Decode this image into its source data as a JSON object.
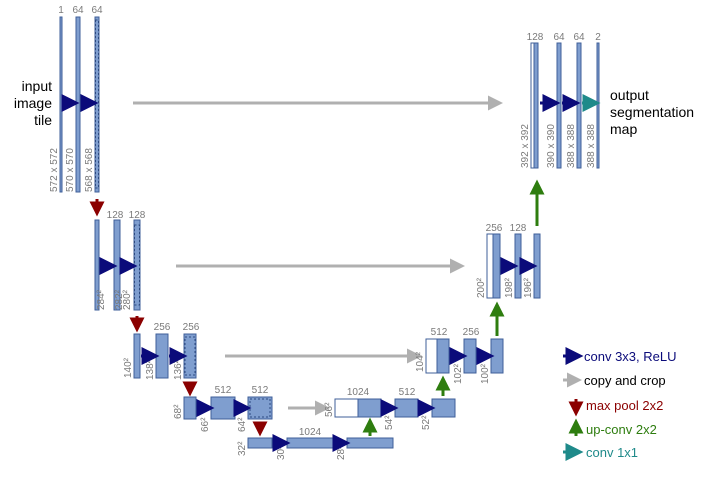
{
  "input_label": [
    "input",
    "image",
    "tile"
  ],
  "output_label": [
    "output",
    "segmentation",
    "map"
  ],
  "channels": {
    "enc1": [
      "1",
      "64",
      "64"
    ],
    "enc2": [
      "128",
      "128"
    ],
    "enc3": [
      "256",
      "256"
    ],
    "enc4": [
      "512",
      "512"
    ],
    "bottom": "1024",
    "dec4": [
      "1024",
      "512"
    ],
    "dec3": [
      "512",
      "256"
    ],
    "dec2": [
      "256",
      "128"
    ],
    "dec1": [
      "128",
      "64",
      "64",
      "2"
    ]
  },
  "sizes": {
    "enc1": [
      "572 x 572",
      "570 x 570",
      "568 x 568"
    ],
    "enc2": [
      "284²",
      "282²",
      "280²"
    ],
    "enc3": [
      "140²",
      "138²",
      "136²"
    ],
    "enc4": [
      "68²",
      "66²",
      "64²"
    ],
    "bottom": [
      "32²",
      "30²",
      "28²"
    ],
    "dec4": [
      "56²",
      "54²",
      "52²"
    ],
    "dec3": [
      "104²",
      "102²",
      "100²"
    ],
    "dec2": [
      "200²",
      "198²",
      "196²"
    ],
    "dec1": [
      "392 x 392",
      "390 x 390",
      "388 x 388",
      "388 x 388"
    ]
  },
  "legend": [
    {
      "text": "conv 3x3, ReLU",
      "color": "#0b0b7a"
    },
    {
      "text": "copy and crop",
      "color": "#b0b0b0"
    },
    {
      "text": "max pool 2x2",
      "color": "#8b0000"
    },
    {
      "text": "up-conv 2x2",
      "color": "#2e7d0f"
    },
    {
      "text": "conv 1x1",
      "color": "#1f8a8a"
    }
  ]
}
